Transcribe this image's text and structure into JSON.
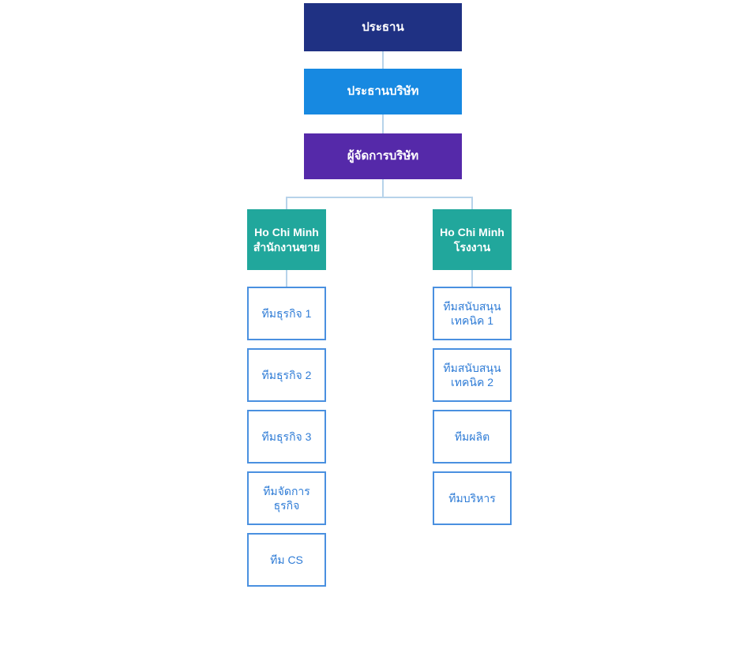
{
  "colors": {
    "level1_bg": "#1f3183",
    "level2_bg": "#1789e1",
    "level3_bg": "#5529a9",
    "branch_bg": "#21a79c",
    "team_border": "#4a90e0",
    "team_text": "#2f7cd6",
    "node_text": "#ffffff",
    "connector": "#b7d3ea",
    "background": "#ffffff"
  },
  "org_chart": {
    "type": "org-tree",
    "levels": [
      {
        "id": "chairman",
        "label": "ประธาน"
      },
      {
        "id": "company-president",
        "label": "ประธานบริษัท"
      },
      {
        "id": "company-manager",
        "label": "ผู้จัดการบริษัท"
      }
    ],
    "branches": [
      {
        "id": "ho-chi-minh-sales-office",
        "label": "Ho Chi Minh\nสำนักงานขาย",
        "teams": [
          {
            "label": "ทีมธุรกิจ 1"
          },
          {
            "label": "ทีมธุรกิจ 2"
          },
          {
            "label": "ทีมธุรกิจ 3"
          },
          {
            "label": "ทีมจัดการ\nธุรกิจ"
          },
          {
            "label": "ทีม CS"
          }
        ]
      },
      {
        "id": "ho-chi-minh-factory",
        "label": "Ho Chi Minh\nโรงงาน",
        "teams": [
          {
            "label": "ทีมสนับสนุน\nเทคนิค 1"
          },
          {
            "label": "ทีมสนับสนุน\nเทคนิค 2"
          },
          {
            "label": "ทีมผลิต"
          },
          {
            "label": "ทีมบริหาร"
          }
        ]
      }
    ]
  }
}
